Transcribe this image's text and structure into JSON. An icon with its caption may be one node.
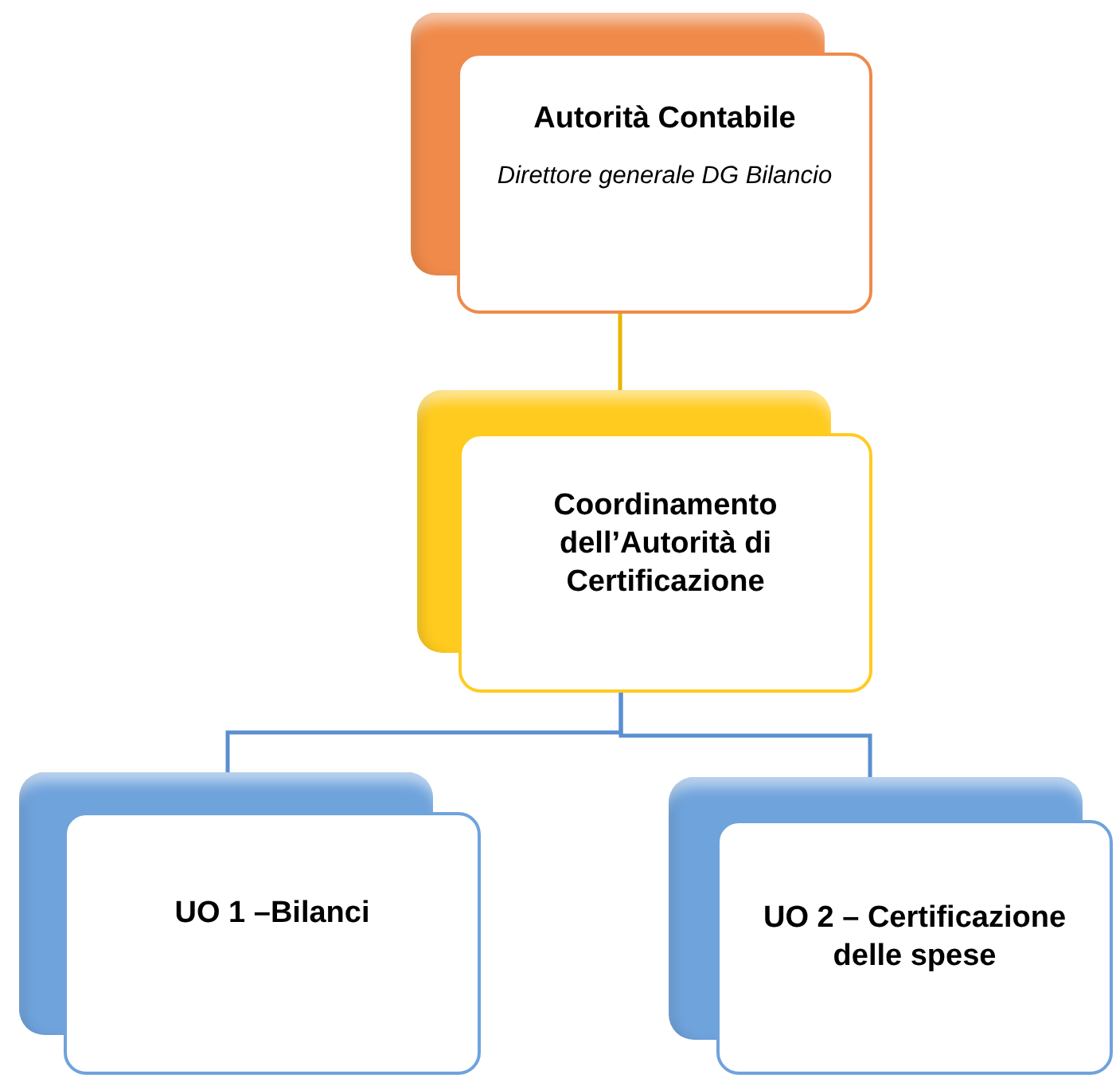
{
  "diagram": {
    "nodes": [
      {
        "text": [
          "Autorità Contabile",
          "Direttore generale DG Bilancio"
        ]
      },
      {
        "text": [
          "Coordinamento dell’Autorità di Certificazione"
        ]
      },
      {
        "text": [
          "UO 1 –Bilanci"
        ]
      },
      {
        "text": [
          "UO 2 – Certificazione delle spese"
        ]
      }
    ],
    "edges": [
      {
        "from": 0,
        "to": 1,
        "arrow": "none",
        "color": "#e8b400"
      },
      {
        "from": 1,
        "to": 2,
        "arrow": "none"
      },
      {
        "from": 1,
        "to": 3,
        "arrow": "none"
      }
    ]
  }
}
